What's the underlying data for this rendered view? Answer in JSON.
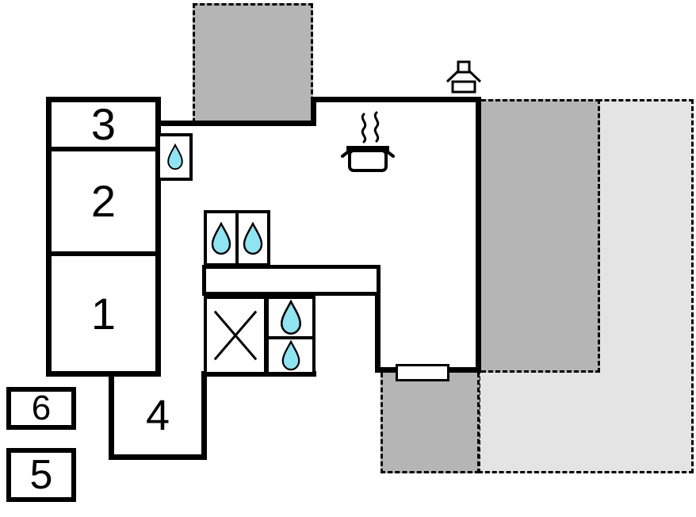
{
  "page": {
    "type": "floor-plan"
  },
  "colors": {
    "wall": "#000000",
    "background": "#ffffff",
    "terrace_dark": "#b5b5b5",
    "terrace_light": "#e4e4e4",
    "water": "#8fe4f2"
  },
  "rooms": {
    "room1": {
      "label": "1"
    },
    "room2": {
      "label": "2"
    },
    "room3": {
      "label": "3"
    },
    "room4": {
      "label": "4"
    },
    "room5": {
      "label": "5"
    },
    "room6": {
      "label": "6"
    }
  },
  "icons": {
    "water_drop": "water-drop-icon",
    "shower_cross": "shower-cross-icon",
    "stove_pot": "steaming-pot-icon",
    "chimney": "chimney-icon",
    "window": "window-marker"
  }
}
